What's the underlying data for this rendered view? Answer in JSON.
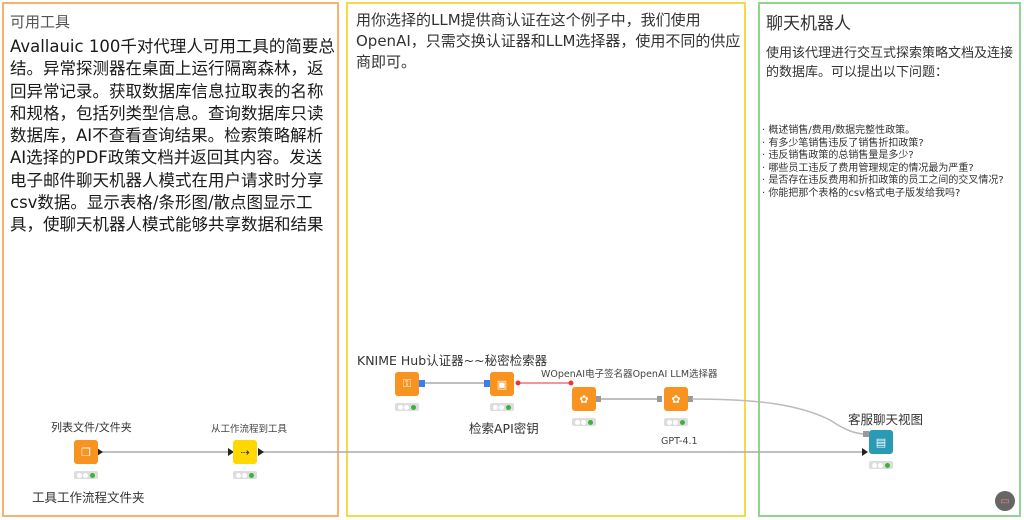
{
  "tools_panel": {
    "title": "可用工具",
    "body": "Avallauic 100千对代理人可用工具的简要总结。异常探测器在桌面上运行隔离森林，返回异常记录。获取数据库信息拉取表的名称和规格，包括列类型信息。查询数据库只读数据库，AI不查看查询结果。检索策略解析AI选择的PDF政策文档并返回其内容。发送电子邮件聊天机器人模式在用户请求时分享csv数据。显示表格/条形图/散点图显示工具，使聊天机器人模式能够共享数据和结果"
  },
  "llm_panel": {
    "title": "用你选择的LLM提供商认证在这个例子中，我们使用OpenAI，只需交换认证器和LLM选择器，使用不同的供应商即可。"
  },
  "chat_panel": {
    "title": "聊天机器人",
    "intro": "使用该代理进行交互式探索策略文档及连接的数据库。可以提出以下问题：",
    "questions": [
      "· 概述销售/费用/数据完整性政策。",
      "· 有多少笔销售违反了销售折扣政策?",
      "· 违反销售政策的总销售量是多少?",
      "· 哪些员工违反了费用管理规定的情况最为严重?",
      "· 是否存在违反费用和折扣政策的员工之间的交叉情况?",
      "· 你能把那个表格的csv格式电子版发给我吗?"
    ]
  },
  "nodes": {
    "hub_label": "KNIME Hub认证器~~秘密检索器",
    "openai_label": "WOpenAI电子签名器OpenAI LLM选择器",
    "secret_label": "检索API密钥",
    "gpt_label": "GPT-4.1",
    "list_files_label": "列表文件/文件夹",
    "wf_to_tool_label": "从工作流程到工具",
    "tool_folder_label": "工具工作流程文件夹",
    "chat_view_label": "客服聊天视图"
  },
  "colors": {
    "orange": "#f7931e",
    "yellow": "#ffd800",
    "teal": "#2a9ab5",
    "green": "#3bb33b"
  }
}
